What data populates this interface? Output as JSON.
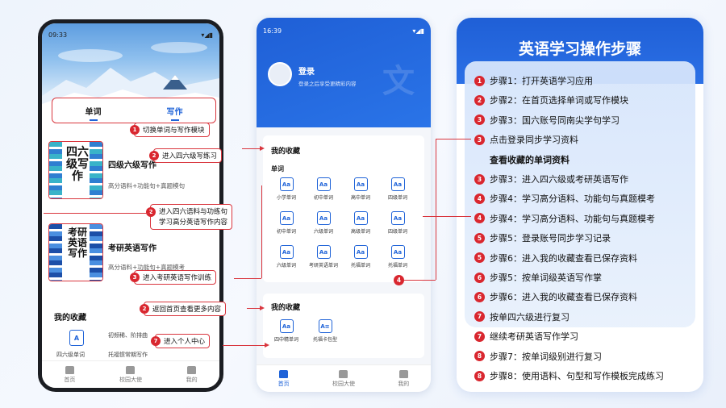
{
  "phone1": {
    "time": "09:33",
    "tabs": [
      "单词",
      "写作"
    ],
    "module1": {
      "cover_text": "四六级写作",
      "title": "四级六级写作",
      "subtitle": "高分语料+功能句+真题模句"
    },
    "module2": {
      "cover_text": "考研英语写作",
      "title": "考研英语写作",
      "subtitle": "高分语料+功能句+真题模考"
    },
    "favorites": {
      "title": "我的收藏",
      "item_icon": "A",
      "item_label": "四六级单词",
      "text1": "初频稀、阶排曲",
      "text2": "托福惯常期写作"
    },
    "nav": [
      "首页",
      "校园大使",
      "我的"
    ]
  },
  "phone2": {
    "time": "16:39",
    "login_title": "登录",
    "login_sub": "登录之后享受更精彩内容",
    "watermark": "文",
    "favorites_title": "我的收藏",
    "words_title": "单词",
    "word_items": [
      "小学单词",
      "初中单词",
      "高中单词",
      "四级单词",
      "初中单词",
      "六级单词",
      "高级单词",
      "四级单词",
      "六级单词",
      "考研英语单词",
      "托福单词",
      "托福单词"
    ],
    "fav2_title": "我的收藏",
    "fav2_items": [
      {
        "icon": "Aa",
        "label": "四中精单词"
      },
      {
        "icon": "A≡",
        "label": "托福卡包型"
      }
    ],
    "nav": [
      "首页",
      "校园大使",
      "我的"
    ]
  },
  "callouts": [
    {
      "n": "1",
      "text": "切换单词与写作模块"
    },
    {
      "n": "2",
      "text": "进入四六级写练习"
    },
    {
      "n": "2",
      "line1": "进入四六语料与功练句",
      "line2": "学习高分英语写作内容"
    },
    {
      "n": "3",
      "text": "进入考研英语写作训练"
    },
    {
      "n": "2",
      "text": "返回首页查看更多内容"
    },
    {
      "n": "7",
      "text": "进入个人中心"
    },
    {
      "n": "4"
    }
  ],
  "panel": {
    "title": "英语学习操作步骤",
    "steps": [
      {
        "n": "1",
        "text": "步骤1：打开英语学习应用"
      },
      {
        "n": "2",
        "text": "步骤2：在首页选择单词或写作模块"
      },
      {
        "n": "3",
        "text": "步骤3：国六账号同南尖学句学习"
      },
      {
        "n": "3",
        "text": "点击登录同步学习资料"
      },
      {
        "n": "",
        "text": "查看收藏的单词资料"
      },
      {
        "n": "3",
        "text": "步骤3：进入四六级或考研英语写作"
      },
      {
        "n": "4",
        "text": "步骤4：学习高分语料、功能句与真题模考"
      },
      {
        "n": "4",
        "text": "步骤4：学习高分语料、功能句与真题模考"
      },
      {
        "n": "5",
        "text": "步骤5：登录账号同步学习记录"
      },
      {
        "n": "5",
        "text": "步骤6：进入我的收藏查看已保存资料"
      },
      {
        "n": "6",
        "text": "步骤5：按单词级英语写作掌"
      },
      {
        "n": "6",
        "text": "步骤6：进入我的收藏查看已保存资料"
      },
      {
        "n": "7",
        "text": "按单四六级进行复习"
      },
      {
        "n": "7",
        "text": "继续考研英语写作学习"
      },
      {
        "n": "8",
        "text": "步骤7：按单词级别进行复习"
      },
      {
        "n": "8",
        "text": "步骤8：使用语料、句型和写作模板完成练习"
      }
    ]
  },
  "colors": {
    "accent": "#1f63d8",
    "callout_red": "#d9363e",
    "badge_red": "#d9272f"
  }
}
